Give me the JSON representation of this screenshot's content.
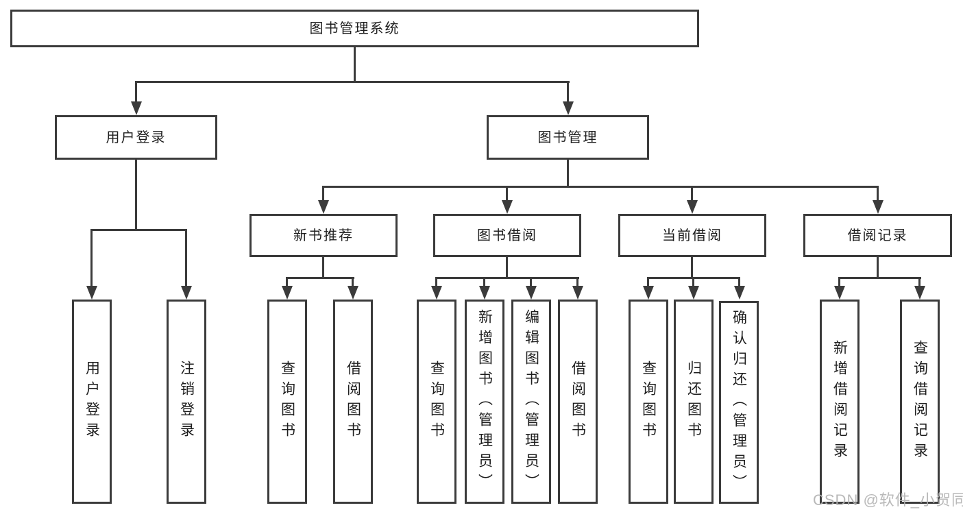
{
  "tree": {
    "root": {
      "label": "图书管理系统"
    },
    "branches": [
      {
        "label": "用户登录",
        "children": [
          {
            "label": "用户登录"
          },
          {
            "label": "注销登录"
          }
        ]
      },
      {
        "label": "图书管理",
        "children": [
          {
            "label": "新书推荐",
            "children": [
              {
                "label": "查询图书"
              },
              {
                "label": "借阅图书"
              }
            ]
          },
          {
            "label": "图书借阅",
            "children": [
              {
                "label": "查询图书"
              },
              {
                "label": "新增图书（管理员）"
              },
              {
                "label": "编辑图书（管理员）"
              },
              {
                "label": "借阅图书"
              }
            ]
          },
          {
            "label": "当前借阅",
            "children": [
              {
                "label": "查询图书"
              },
              {
                "label": "归还图书"
              },
              {
                "label": "确认归还（管理员）"
              }
            ]
          },
          {
            "label": "借阅记录",
            "children": [
              {
                "label": "新增借阅记录"
              },
              {
                "label": "查询借阅记录"
              }
            ]
          }
        ]
      }
    ]
  },
  "watermark": {
    "text": "CSDN @软件_小贺同学"
  },
  "colors": {
    "line": "#3b3b3b",
    "text": "#1e1e1e",
    "background": "#ffffff",
    "watermark": "#b2b2b2"
  }
}
